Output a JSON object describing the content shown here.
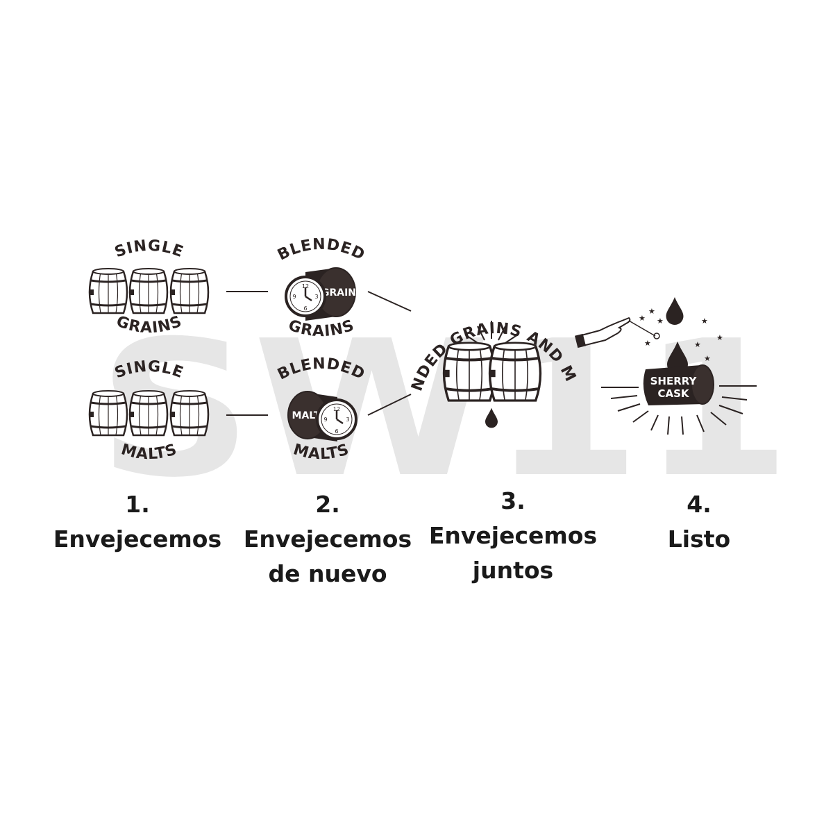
{
  "colors": {
    "ink": "#2b2322",
    "watermark": "#e6e6e6",
    "paper": "#ffffff",
    "caption": "#1a1a1a"
  },
  "watermark": {
    "text": "SW11"
  },
  "diagram": {
    "single_grains": {
      "top": "SINGLE",
      "bottom": "GRAINS"
    },
    "single_malts": {
      "top": "SINGLE",
      "bottom": "MALTS"
    },
    "blended_grains": {
      "top": "BLENDED",
      "bottom": "GRAINS",
      "cask_label": "GRAIN"
    },
    "blended_malts": {
      "top": "BLENDED",
      "bottom": "MALTS",
      "cask_label": "MALT"
    },
    "blended_both": {
      "arc": "BLENDED GRAINS AND MALTS"
    },
    "sherry": {
      "line1": "SHERRY",
      "line2": "CASK"
    }
  },
  "steps": [
    {
      "number": "1.",
      "lines": [
        "Envejecemos"
      ]
    },
    {
      "number": "2.",
      "lines": [
        "Envejecemos",
        "de nuevo"
      ]
    },
    {
      "number": "3.",
      "lines": [
        "Envejecemos",
        "juntos"
      ]
    },
    {
      "number": "4.",
      "lines": [
        "Listo"
      ]
    }
  ]
}
